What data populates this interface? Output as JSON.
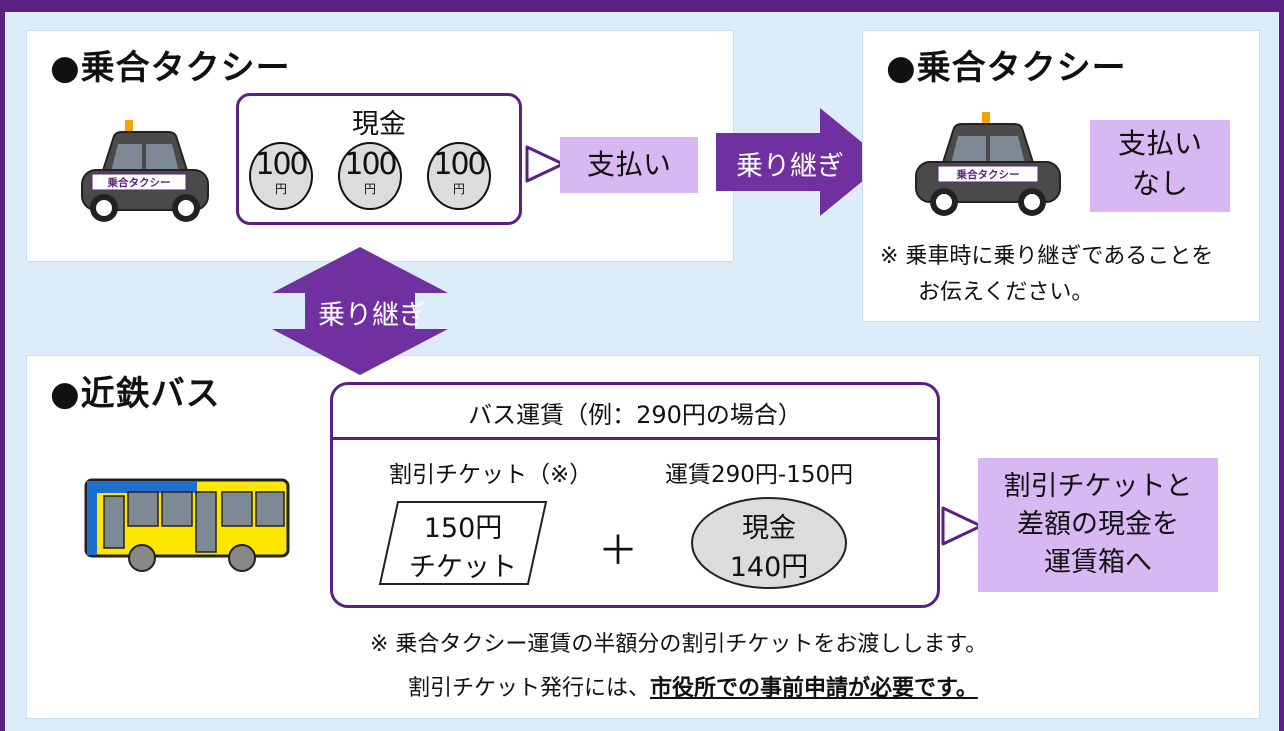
{
  "taxi_left": {
    "heading": "●乗合タクシー",
    "cash_label": "現金",
    "coins": [
      {
        "value": "100",
        "unit": "円"
      },
      {
        "value": "100",
        "unit": "円"
      },
      {
        "value": "100",
        "unit": "円"
      }
    ],
    "pay_label": "支払い",
    "taxi_sign": "乗合タクシー"
  },
  "transfer_right_label": "乗り継ぎ",
  "transfer_down_label": "乗り継ぎ",
  "taxi_right": {
    "heading": "●乗合タクシー",
    "taxi_sign": "乗合タクシー",
    "pay_label_line1": "支払い",
    "pay_label_line2": "なし",
    "note_line1": "※ 乗車時に乗り継ぎであることを",
    "note_line2": "お伝えください。"
  },
  "bus": {
    "heading": "●近鉄バス",
    "fare_title": "バス運賃（例：290円の場合）",
    "ticket_header": "割引チケット（※）",
    "fare_header": "運賃290円-150円",
    "ticket_line1": "150円",
    "ticket_line2": "チケット",
    "plus": "＋",
    "cash_line1": "現金",
    "cash_line2": "140円",
    "result_line1": "割引チケットと",
    "result_line2": "差額の現金を",
    "result_line3": "運賃箱へ",
    "note_line1": "※ 乗合タクシー運賃の半額分の割引チケットをお渡しします。",
    "note_line2_prefix": "割引チケット発行には、",
    "note_line2_emphasis": "市役所での事前申請が必要です。"
  },
  "colors": {
    "purple_dark": "#5b2182",
    "purple_arrow": "#7030a0",
    "label_fill": "#d7b8f2",
    "background": "#dcedf9",
    "bus_yellow": "#ffe600",
    "bus_blue": "#1f6fd1"
  }
}
